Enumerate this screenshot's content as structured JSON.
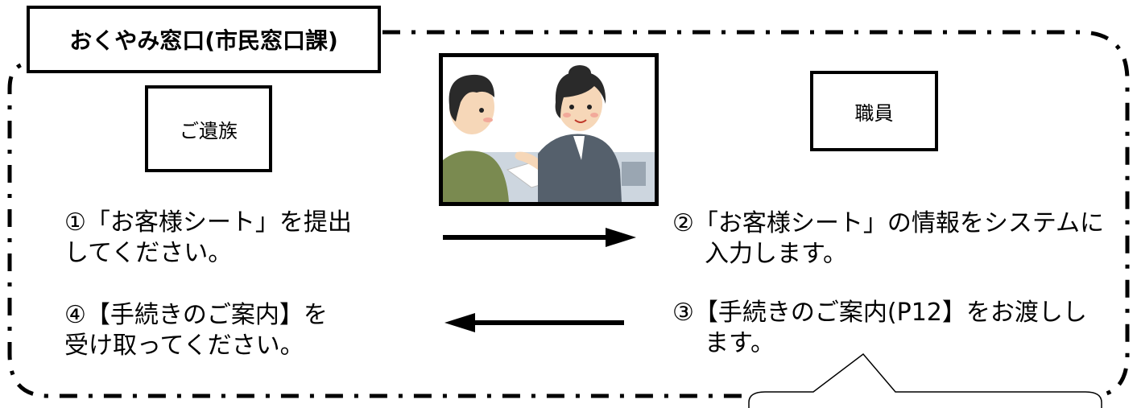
{
  "title": "おくやみ窓口(市民窓口課)",
  "family": {
    "label": "ご遺族",
    "step1": [
      "①「お客様シート」を提出",
      "してください。"
    ],
    "step4": [
      "④【手続きのご案内】を",
      "受け取ってください。"
    ]
  },
  "staff": {
    "label": "職員",
    "step2": [
      "②「お客様シート」の情報をシステムに",
      "入力します。"
    ],
    "step3": [
      "③【手続きのご案内(P12】をお渡しし",
      "ます。"
    ]
  },
  "colors": {
    "border": "#000000",
    "background": "#ffffff"
  },
  "icons": {
    "arrow_right": "arrow-right-icon",
    "arrow_left": "arrow-left-icon"
  }
}
